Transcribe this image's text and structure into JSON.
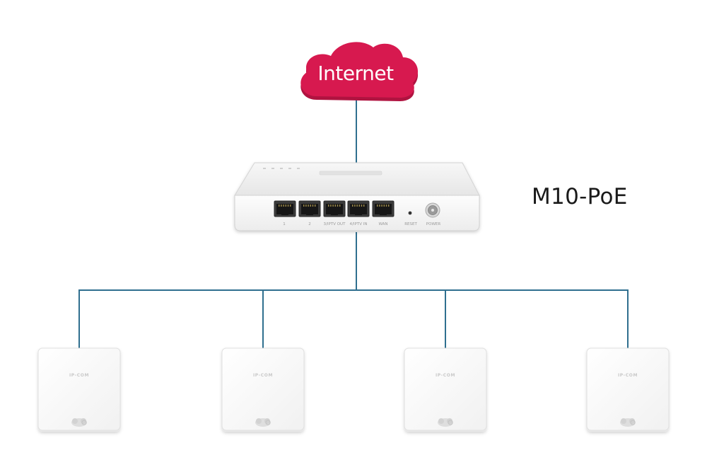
{
  "internet": {
    "label": "Internet",
    "cloud_color": "#d7194f",
    "cloud_shadow": "#b01340"
  },
  "router": {
    "model": "M10-PoE",
    "ports": [
      "1",
      "2",
      "3/IPTV OUT",
      "4/IPTV IN",
      "WAN"
    ],
    "reset_label": "RESET",
    "power_label": "POWER"
  },
  "access_points": [
    {
      "brand": "IP-COM"
    },
    {
      "brand": "IP-COM"
    },
    {
      "brand": "IP-COM"
    },
    {
      "brand": "IP-COM"
    }
  ],
  "link_color": "#2f6f8f"
}
